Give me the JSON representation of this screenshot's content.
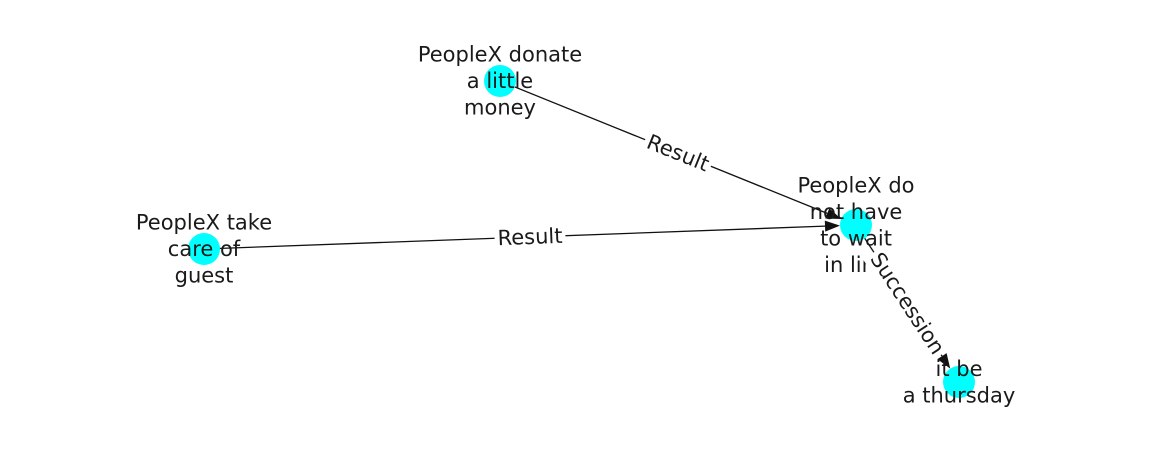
{
  "graph": {
    "node_color": "#00ffff",
    "edge_color": "#111111",
    "text_color": "#1a1a1a",
    "nodes": [
      {
        "id": "donate",
        "label_lines": [
          "PeopleX donate",
          "a little",
          "money"
        ]
      },
      {
        "id": "care",
        "label_lines": [
          "PeopleX take",
          "care of",
          "guest"
        ]
      },
      {
        "id": "wait",
        "label_lines": [
          "PeopleX do",
          "not have",
          "to wait",
          "in line"
        ]
      },
      {
        "id": "thursday",
        "label_lines": [
          "it be",
          "a thursday"
        ]
      }
    ],
    "edges": [
      {
        "id": "donate-wait",
        "source": "donate",
        "target": "wait",
        "label": "Result"
      },
      {
        "id": "care-wait",
        "source": "care",
        "target": "wait",
        "label": "Result"
      },
      {
        "id": "wait-thursday",
        "source": "wait",
        "target": "thursday",
        "label": "Succession"
      }
    ]
  }
}
